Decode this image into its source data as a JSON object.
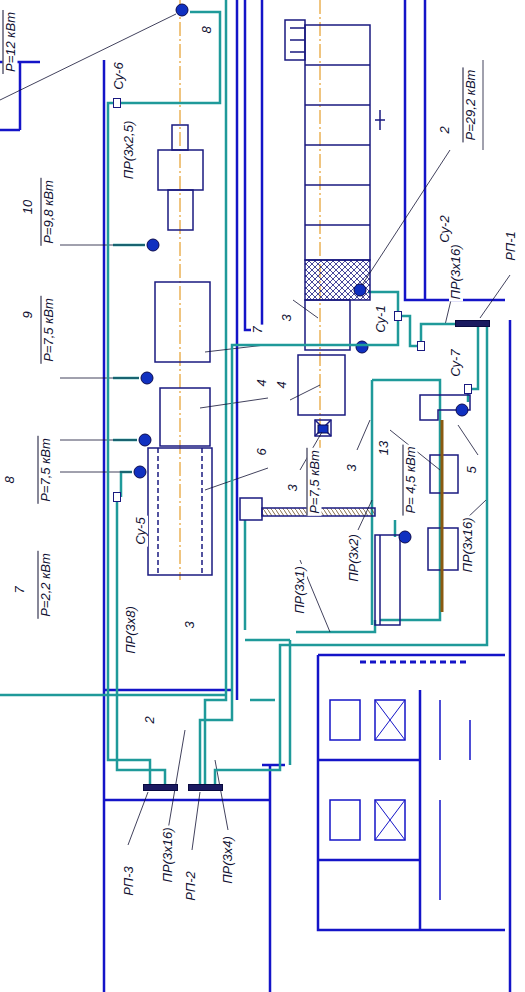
{
  "diagram": {
    "nodes": [
      {
        "text": [
          "Су-6"
        ]
      },
      {
        "text": [
          "Су-5"
        ]
      },
      {
        "text": [
          "Су-1"
        ]
      },
      {
        "text": [
          "Су-2"
        ]
      },
      {
        "text": [
          "РП-1"
        ]
      },
      {
        "text": [
          "Су-7"
        ]
      },
      {
        "text": [
          "РП-3"
        ]
      },
      {
        "text": [
          "РП-2"
        ]
      }
    ],
    "edges": [
      {
        "from": 6,
        "to": 0,
        "arrow": "none"
      },
      {
        "from": 6,
        "to": 1,
        "arrow": "none"
      },
      {
        "from": 7,
        "to": 2,
        "arrow": "none"
      },
      {
        "from": 4,
        "to": 3,
        "arrow": "none"
      },
      {
        "from": 3,
        "to": 2,
        "arrow": "none"
      },
      {
        "from": 4,
        "to": 5,
        "arrow": "none"
      },
      {
        "from": 7,
        "to": 4,
        "arrow": "none"
      }
    ],
    "labels": [
      "Р=12 кВт",
      "8",
      "ПР(3х2,5)",
      "10",
      "Р=9,8 кВт",
      "9",
      "Р=7,5 кВт",
      "8",
      "Р=7,5 кВт",
      "7",
      "Р=2,2 кВт",
      "ПР(3х8)",
      "3",
      "2",
      "7",
      "4",
      "6",
      "3",
      "4",
      "3",
      "Р=7,5 кВт",
      "3",
      "13",
      "Р= 4,5 кВт",
      "5",
      "ПР(3х1)",
      "ПР(3х2)",
      "ПР(3х16)",
      "ПР(3х16)",
      "2",
      "Р=29,2 кВт",
      "ПР(3х16)",
      "ПР(3х4)"
    ]
  }
}
